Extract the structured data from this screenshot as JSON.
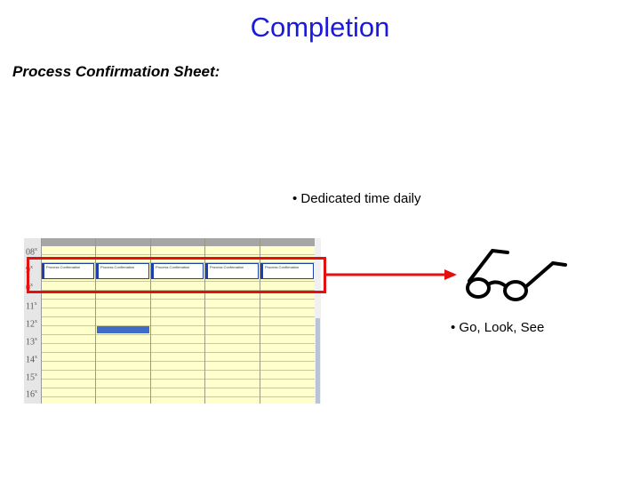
{
  "slide": {
    "title": "Completion",
    "subtitle": "Process Confirmation Sheet:",
    "bullets": [
      "• Dedicated time daily",
      "• Go, Look, See"
    ]
  },
  "calendar": {
    "hours": [
      "08",
      "9",
      "0",
      "11",
      "12",
      "13",
      "14",
      "15",
      "16"
    ],
    "event_label": "Process Confirmation",
    "colors": {
      "background": "#ffffcc",
      "event_border": "#1f3fae",
      "busy_block": "#3f6cc8"
    }
  },
  "annotations": {
    "highlight_color": "#e41010",
    "icons": [
      "arrow-icon",
      "glasses-icon"
    ]
  }
}
